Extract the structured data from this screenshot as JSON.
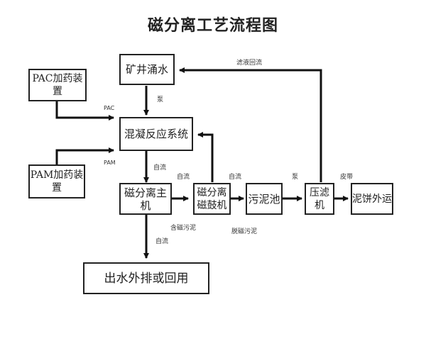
{
  "title": "磁分离工艺流程图",
  "nodes": {
    "mine_water": "矿井涌水",
    "pac_device": "PAC加药装置",
    "coagulation": "混凝反应系统",
    "pam_device": "PAM加药装置",
    "mag_separator": "磁分离主机",
    "mag_drum_line1": "磁分离",
    "mag_drum_line2": "磁鼓机",
    "sludge_tank": "污泥池",
    "filter_press": "压滤机",
    "cake_out": "泥饼外运",
    "effluent": "出水外排或回用"
  },
  "edge_labels": {
    "filtrate_return": "滤液回流",
    "pump_1": "泵",
    "pac": "PAC",
    "pam": "PAM",
    "gravity_1": "自流",
    "gravity_2": "自流",
    "gravity_3": "自流",
    "gravity_4": "自流",
    "pump_2": "泵",
    "belt": "皮带",
    "magnetic_sludge": "含磁污泥",
    "demag_sludge": "脱磁污泥"
  }
}
